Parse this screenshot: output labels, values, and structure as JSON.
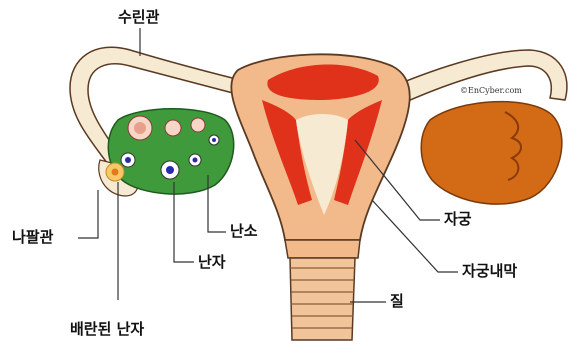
{
  "labels": {
    "fallopian_tube": "수린관",
    "fimbriae": "나팔관",
    "ovulated_egg": "배란된 난자",
    "egg": "난자",
    "ovary": "난소",
    "uterus": "자궁",
    "endometrium": "자궁내막",
    "vagina": "질"
  },
  "copyright": "©EnCyber.com",
  "colors": {
    "tube": "#f7ead2",
    "uterus_wall": "#f2b98a",
    "endometrium": "#e0321a",
    "ovary_green": "#3f9a3b",
    "right_ovary": "#d26a16",
    "outline": "#5a3a22"
  }
}
